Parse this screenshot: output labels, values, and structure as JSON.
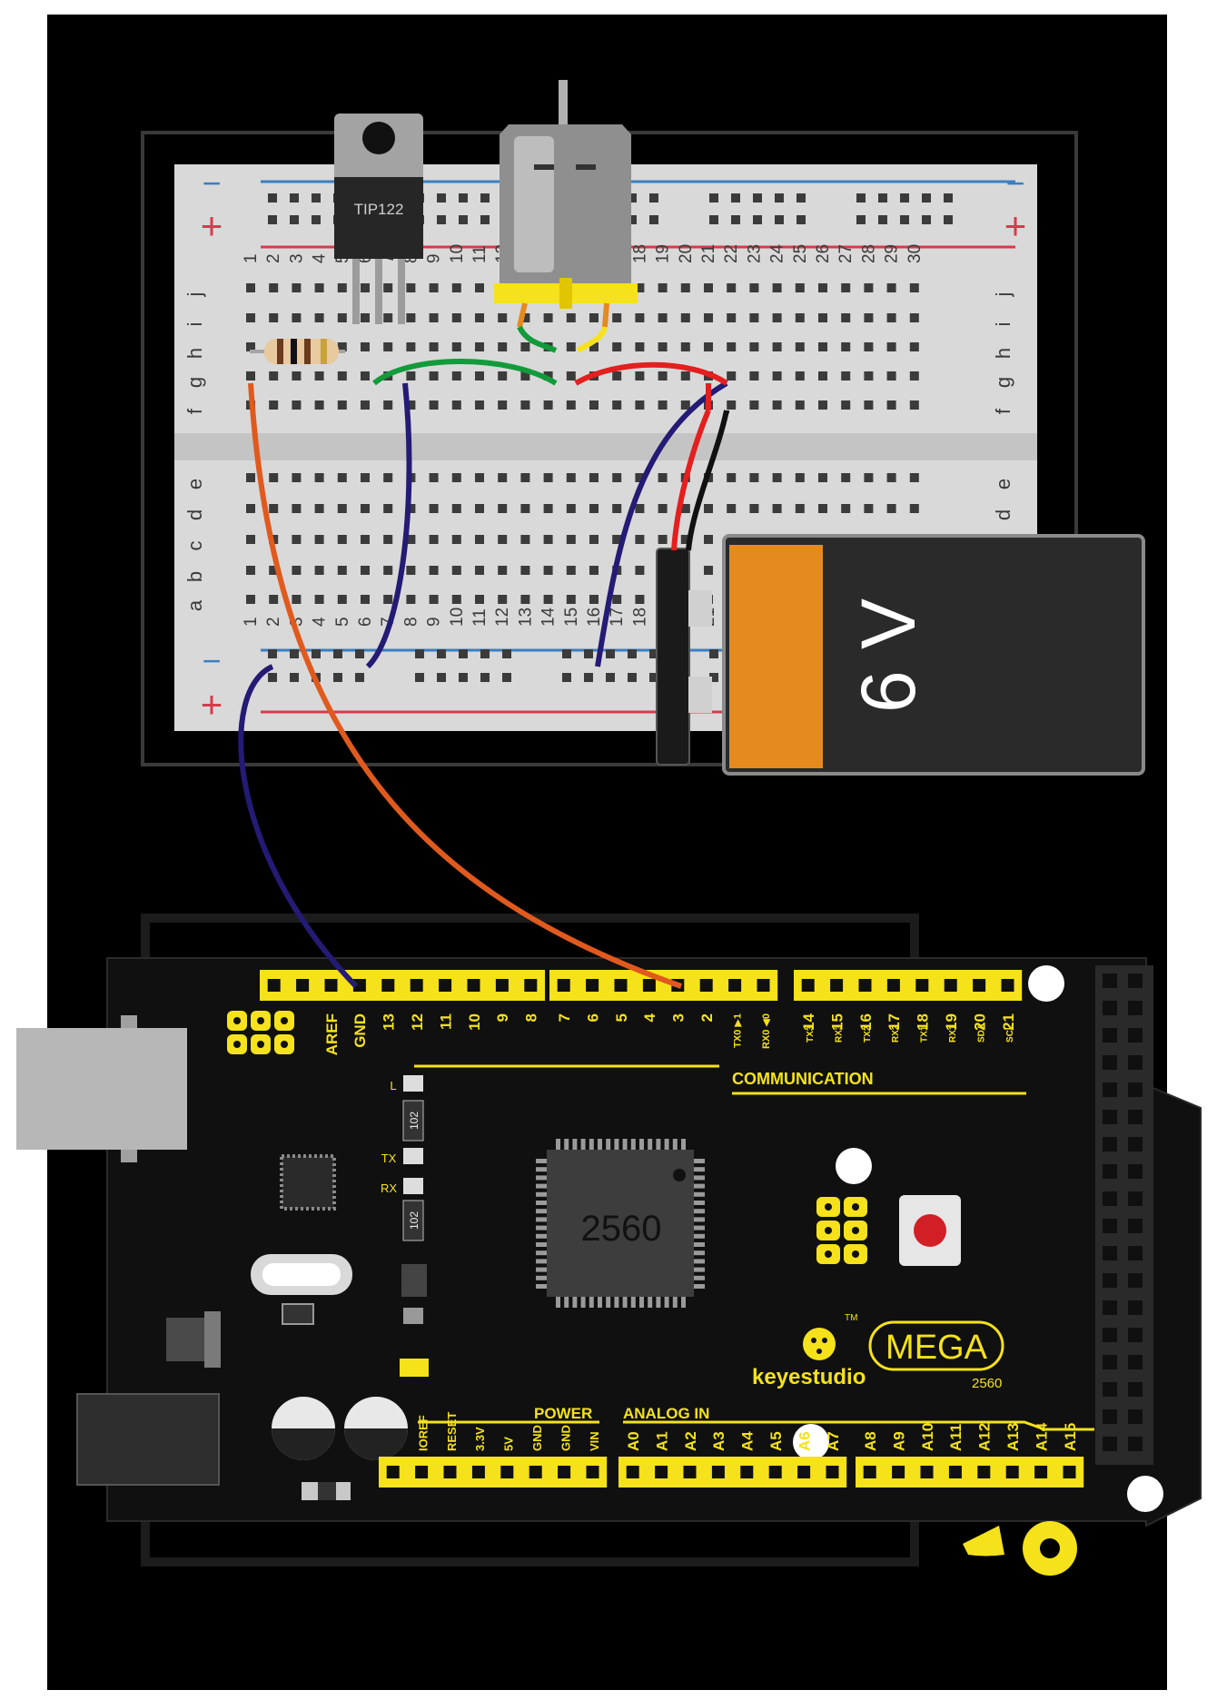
{
  "breadboard": {
    "rail_minus": "−",
    "rail_plus": "+",
    "column_numbers": [
      "1",
      "2",
      "3",
      "4",
      "5",
      "6",
      "7",
      "8",
      "9",
      "10",
      "11",
      "12",
      "13",
      "14",
      "15",
      "16",
      "17",
      "18",
      "19",
      "20",
      "21",
      "22",
      "23",
      "24",
      "25",
      "26",
      "27",
      "28",
      "29",
      "30"
    ],
    "top_row_letters": [
      "j",
      "i",
      "h",
      "g",
      "f"
    ],
    "bottom_row_letters": [
      "e",
      "d",
      "c",
      "b",
      "a"
    ]
  },
  "transistor": {
    "label": "TIP122"
  },
  "battery": {
    "label": "6 V"
  },
  "board": {
    "top_header_left_labels": [
      "AREF",
      "GND",
      "13",
      "12",
      "11",
      "10",
      "9",
      "8"
    ],
    "top_header_mid_labels": [
      "7",
      "6",
      "5",
      "4",
      "3",
      "2",
      "TX0 ▶1",
      "RX0 ◀0"
    ],
    "top_header_right_labels": [
      "14",
      "15",
      "16",
      "17",
      "18",
      "19",
      "20",
      "21"
    ],
    "comm_sub_labels": [
      "TX3",
      "RX3",
      "TX2",
      "RX2",
      "TX1",
      "RX1",
      "SDA",
      "SCL"
    ],
    "communication_label": "COMMUNICATION",
    "chip_label": "2560",
    "led_labels": [
      "L",
      "TX",
      "RX"
    ],
    "resistor_code": "102",
    "brand": "keyestudio",
    "trademark": "TM",
    "model": "MEGA",
    "model_number": "2560",
    "power_label": "POWER",
    "analog_in_label": "ANALOG IN",
    "power_pins": [
      "IOREF",
      "RESET",
      "3.3V",
      "5V",
      "GND",
      "GND",
      "VIN"
    ],
    "analog_pins_left": [
      "A0",
      "A1",
      "A2",
      "A3",
      "A4",
      "A5",
      "A6",
      "A7"
    ],
    "analog_pins_right": [
      "A8",
      "A9",
      "A10",
      "A11",
      "A12",
      "A13",
      "A14",
      "A15"
    ]
  },
  "colors": {
    "background": "#000000",
    "breadboard": "#d6d6d6",
    "header_yellow": "#f5e21a",
    "rail_blue": "#3a7fc1",
    "rail_red": "#d83a4c",
    "battery_orange": "#e58a1f",
    "wire_orange": "#e05a1e",
    "wire_navy": "#241b74",
    "wire_green": "#139a3a",
    "wire_red": "#e41f1f"
  }
}
